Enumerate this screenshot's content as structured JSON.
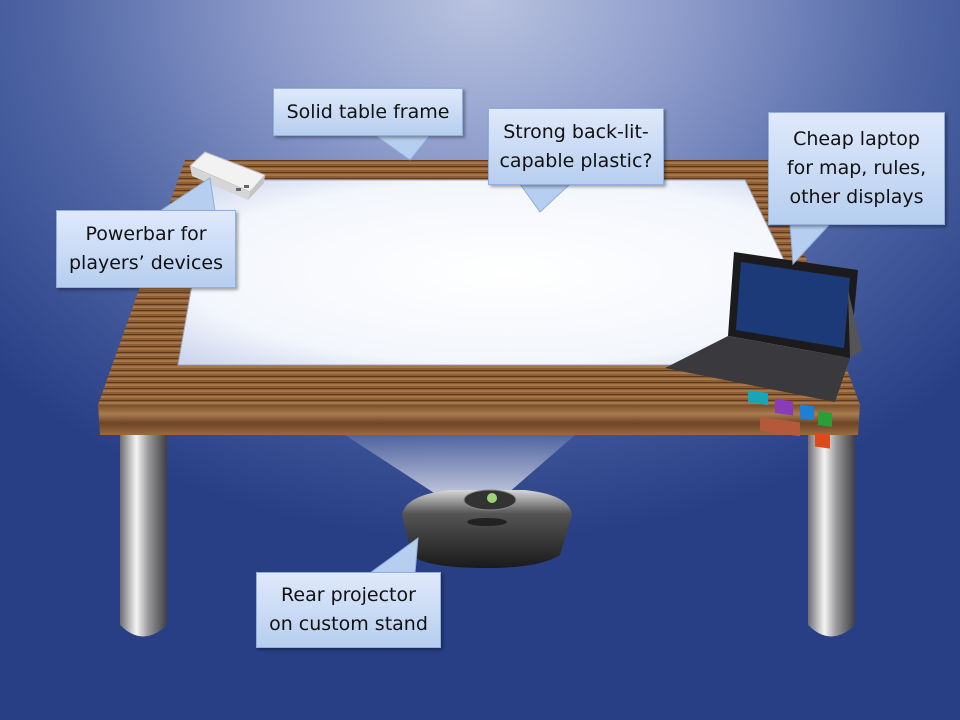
{
  "slide": {
    "callouts": {
      "frame": {
        "lines": [
          "Solid table frame"
        ]
      },
      "plastic": {
        "lines": [
          "Strong back-lit-",
          "capable plastic?"
        ]
      },
      "laptop": {
        "lines": [
          "Cheap laptop",
          "for map, rules,",
          "other displays"
        ]
      },
      "powerbar": {
        "lines": [
          "Powerbar for",
          "players’ devices"
        ]
      },
      "projector": {
        "lines": [
          "Rear projector",
          "on custom stand"
        ]
      }
    },
    "colors": {
      "callout_fill": "#c9daf5",
      "wood": "#8a5a32",
      "background": "#4f65a4"
    }
  }
}
